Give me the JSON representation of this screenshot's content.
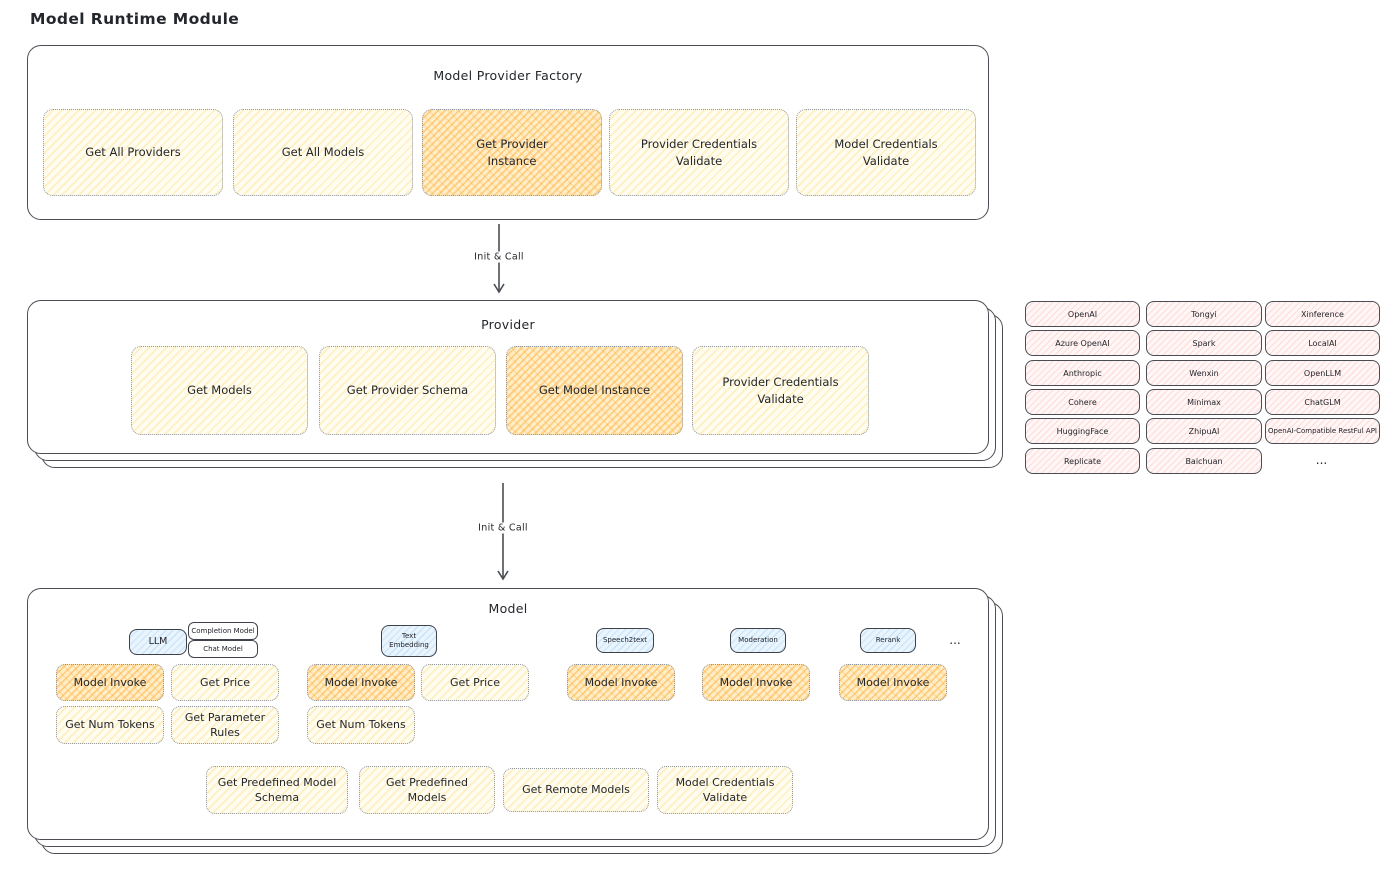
{
  "page_title": "Model Runtime Module",
  "factory": {
    "title": "Model Provider Factory",
    "boxes": [
      {
        "label": "Get All Providers",
        "highlighted": false
      },
      {
        "label": "Get All Models",
        "highlighted": false
      },
      {
        "label": "Get Provider Instance",
        "highlighted": true
      },
      {
        "label": "Provider Credentials Validate",
        "highlighted": false
      },
      {
        "label": "Model Credentials Validate",
        "highlighted": false
      }
    ]
  },
  "arrow_factory_provider": {
    "label": "Init & Call"
  },
  "provider": {
    "title": "Provider",
    "boxes": [
      {
        "label": "Get Models",
        "highlighted": false
      },
      {
        "label": "Get Provider Schema",
        "highlighted": false
      },
      {
        "label": "Get Model Instance",
        "highlighted": true
      },
      {
        "label": "Provider Credentials Validate",
        "highlighted": false
      }
    ]
  },
  "providers_grid": {
    "items": [
      "OpenAI",
      "Tongyi",
      "Xinference",
      "Azure OpenAI",
      "Spark",
      "LocalAI",
      "Anthropic",
      "Wenxin",
      "OpenLLM",
      "Cohere",
      "Minimax",
      "ChatGLM",
      "HuggingFace",
      "ZhipuAI",
      "OpenAI-Compatible RestFul API",
      "Replicate",
      "Baichuan"
    ],
    "ellipsis": "..."
  },
  "arrow_provider_model": {
    "label": "Init & Call"
  },
  "model": {
    "title": "Model",
    "tags": [
      {
        "label": "LLM"
      },
      {
        "label": "Completion Model"
      },
      {
        "label": "Chat Model"
      },
      {
        "label": "Text Embedding"
      },
      {
        "label": "Speech2text"
      },
      {
        "label": "Moderation"
      },
      {
        "label": "Rerank"
      }
    ],
    "tags_ellipsis": "...",
    "ops": [
      {
        "label": "Model Invoke",
        "highlighted": true
      },
      {
        "label": "Get Price",
        "highlighted": false
      },
      {
        "label": "Model Invoke",
        "highlighted": true
      },
      {
        "label": "Get Price",
        "highlighted": false
      },
      {
        "label": "Model Invoke",
        "highlighted": true
      },
      {
        "label": "Model Invoke",
        "highlighted": true
      },
      {
        "label": "Model Invoke",
        "highlighted": true
      },
      {
        "label": "Get Num Tokens",
        "highlighted": false
      },
      {
        "label": "Get Parameter Rules",
        "highlighted": false
      },
      {
        "label": "Get Num Tokens",
        "highlighted": false
      }
    ],
    "shared_ops": [
      {
        "label": "Get Predefined Model Schema"
      },
      {
        "label": "Get Predefined Models"
      },
      {
        "label": "Get Remote Models"
      },
      {
        "label": "Model Credentials Validate"
      }
    ]
  },
  "colors": {
    "op_fill": "#fff9e6",
    "op_highlight": "#ffd8a8",
    "provider_pill_fill": "#ffe3e3",
    "type_tag_fill": "#d0ebff",
    "stroke": "#4a4e54"
  }
}
